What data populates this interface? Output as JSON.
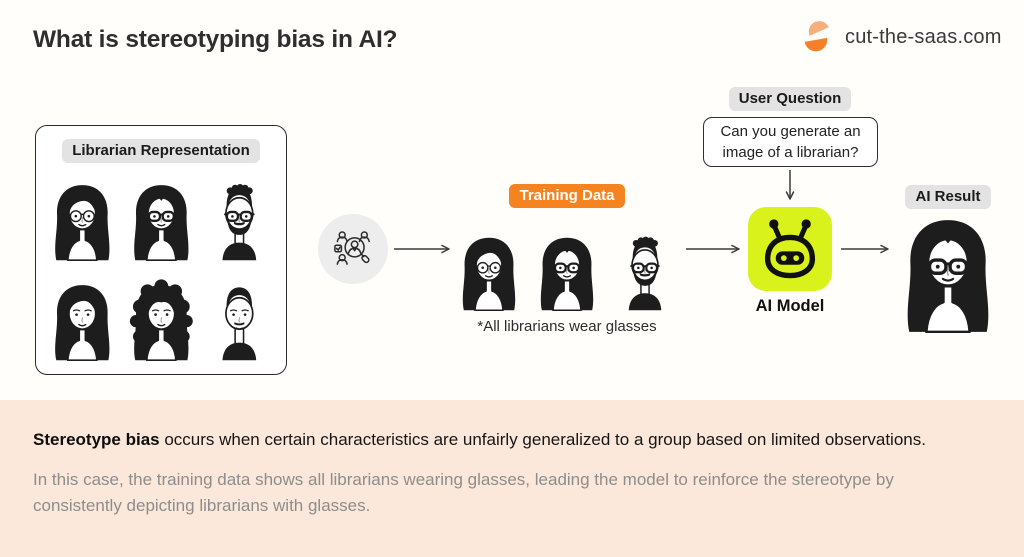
{
  "header": {
    "title": "What is stereotyping bias in AI?",
    "brand": "cut-the-saas.com"
  },
  "colors": {
    "bg": "#FFFEFB",
    "band": "#FBE8DA",
    "accent_orange": "#F5831F",
    "lime": "#D9F21C",
    "chip": "#E3E3E3",
    "ink": "#1D1D1D",
    "title": "#2E2E2E",
    "gray_text": "#8D8D8D",
    "arrow": "#3C3C3C",
    "circle_bg": "#EDEDED",
    "logo_light": "#F7B07B",
    "logo_dark": "#F4802A"
  },
  "librarian_box": {
    "label": "Librarian Representation",
    "faces": [
      {
        "name": "face-woman-long-hair-round-glasses",
        "sex": "f",
        "hair": "long",
        "glasses": "round",
        "beard": "none"
      },
      {
        "name": "face-woman-bold-glasses",
        "sex": "f",
        "hair": "part",
        "glasses": "bold",
        "beard": "none"
      },
      {
        "name": "face-man-beard-bold-glasses",
        "sex": "m",
        "hair": "curlyM",
        "glasses": "bold",
        "beard": "full"
      },
      {
        "name": "face-woman-long-hair",
        "sex": "f",
        "hair": "long",
        "glasses": "none",
        "beard": "none"
      },
      {
        "name": "face-woman-curly-hair",
        "sex": "f",
        "hair": "curly",
        "glasses": "none",
        "beard": "none"
      },
      {
        "name": "face-man-goatee",
        "sex": "m",
        "hair": "short",
        "glasses": "none",
        "beard": "goatee"
      }
    ]
  },
  "sampling_icon": "people-selection-magnifier-icon",
  "training": {
    "label": "Training Data",
    "caption": "*All librarians wear glasses",
    "faces": [
      {
        "name": "face-woman-long-hair-round-glasses",
        "sex": "f",
        "hair": "long",
        "glasses": "round",
        "beard": "none"
      },
      {
        "name": "face-woman-bold-glasses",
        "sex": "f",
        "hair": "part",
        "glasses": "bold",
        "beard": "none"
      },
      {
        "name": "face-man-beard-bold-glasses",
        "sex": "m",
        "hair": "curlyM",
        "glasses": "bold",
        "beard": "full"
      }
    ]
  },
  "user_question": {
    "label": "User Question",
    "bubble": "Can you generate an image of a librarian?"
  },
  "ai_model": {
    "label": "AI Model",
    "icon": "robot-icon"
  },
  "ai_result": {
    "label": "AI Result",
    "face": {
      "name": "face-woman-bold-glasses-result",
      "sex": "f",
      "hair": "part",
      "glasses": "bold",
      "beard": "none"
    }
  },
  "band": {
    "p1_bold": "Stereotype bias",
    "p1_rest": " occurs when certain characteristics are unfairly generalized to a group based on limited observations.",
    "p2": "In this case, the training data shows all librarians wearing glasses, leading the model to reinforce the stereotype by consistently depicting librarians with glasses."
  }
}
